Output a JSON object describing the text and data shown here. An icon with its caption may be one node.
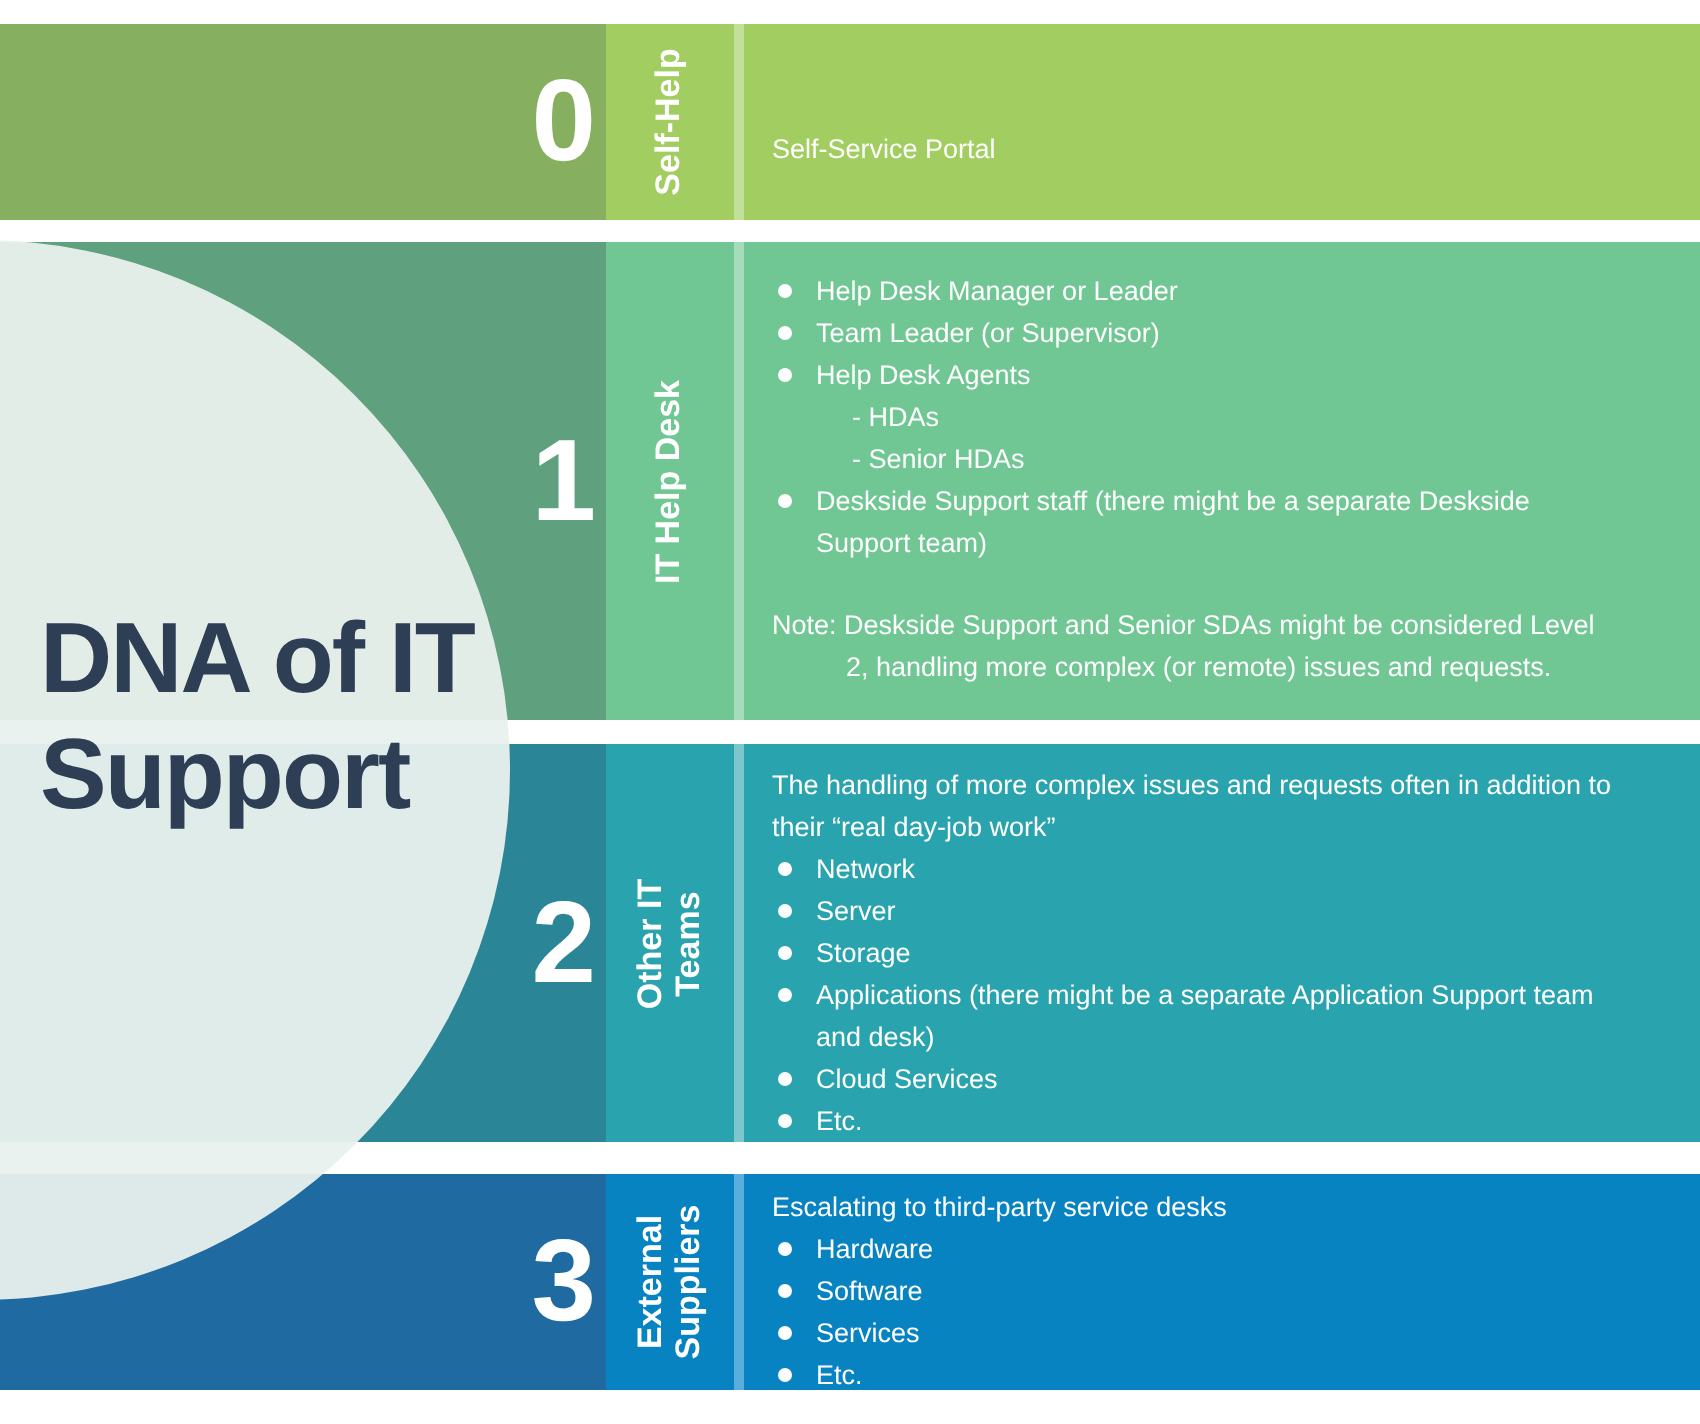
{
  "diagram": {
    "title": "DNA of IT Support",
    "nodes": [
      {
        "text": [
          "0"
        ]
      },
      {
        "text": [
          "Self-Help"
        ],
        "in": 0
      },
      {
        "text": [
          "Self-Service Portal"
        ],
        "in": 0
      },
      {
        "text": [
          "1"
        ]
      },
      {
        "text": [
          "IT Help Desk"
        ],
        "in": 3
      },
      {
        "text": [
          "Help Desk Manager or Leader",
          "Team Leader (or Supervisor)",
          "Help Desk Agents",
          "- HDAs",
          "- Senior HDAs",
          "Deskside Support staff (there might be a separate Deskside Support team)",
          "Note: Deskside Support and Senior SDAs might be considered Level 2, handling more complex (or remote) issues and requests."
        ],
        "in": 3
      },
      {
        "text": [
          "2"
        ]
      },
      {
        "text": [
          "Other IT Teams"
        ],
        "in": 6
      },
      {
        "text": [
          "The handling of more complex issues and requests often in addition to their “real day-job work”",
          "Network",
          "Server",
          "Storage",
          "Applications (there might be a separate Application Support team and desk)",
          "Cloud Services",
          "Etc."
        ],
        "in": 6
      },
      {
        "text": [
          "3"
        ]
      },
      {
        "text": [
          "External Suppliers"
        ],
        "in": 9
      },
      {
        "text": [
          "Escalating to third-party service desks",
          "Hardware",
          "Software",
          "Services",
          "Etc."
        ],
        "in": 9
      }
    ]
  }
}
